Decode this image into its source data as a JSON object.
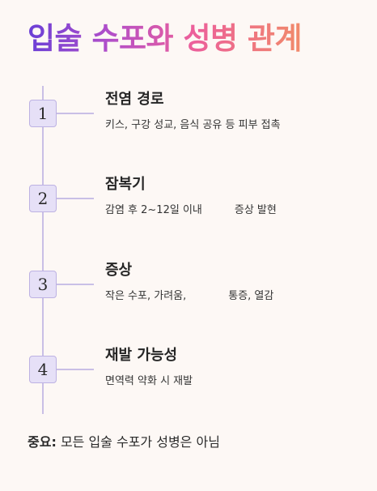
{
  "title": "입술 수포와 성병 관계",
  "steps": [
    {
      "number": "1",
      "title": "전염 경로",
      "desc": "키스, 구강 성교, 음식 공유 등 피부 접촉"
    },
    {
      "number": "2",
      "title": "잠복기",
      "desc_a": "감염 후 2~12일 이내",
      "desc_b": "증상 발현"
    },
    {
      "number": "3",
      "title": "증상",
      "desc_a": "작은 수포, 가려움,",
      "desc_b": "통증, 열감"
    },
    {
      "number": "4",
      "title": "재발 가능성",
      "desc": "면역력 약화 시 재발"
    }
  ],
  "note": {
    "label": "중요:",
    "text": "모든 입술 수포가 성병은 아님"
  },
  "colors": {
    "background": "#fdf8f5",
    "badge_fill": "#e6e0f7",
    "line": "#c9bfe6",
    "gradient": [
      "#6a3fd6",
      "#b24fc9",
      "#ec5f9b",
      "#f18a6a"
    ]
  }
}
